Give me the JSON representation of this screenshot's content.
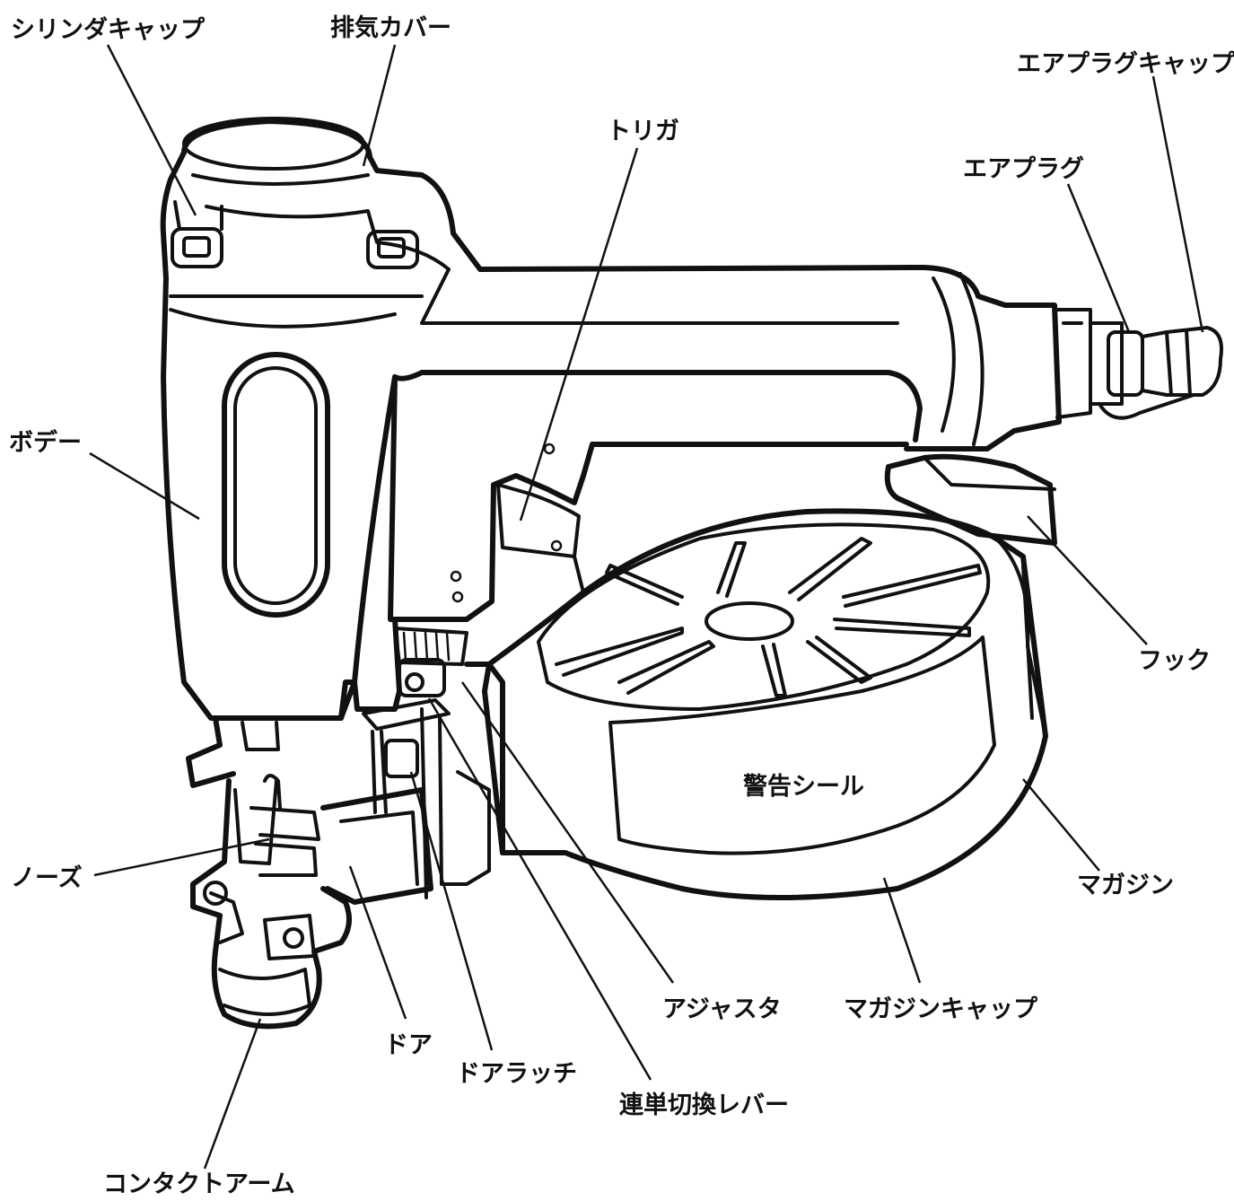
{
  "labels": {
    "cylinder_cap": "シリンダキャップ",
    "exhaust_cover": "排気カバー",
    "trigger": "トリガ",
    "air_plug_cap": "エアプラグキャップ",
    "air_plug": "エアプラグ",
    "body": "ボデー",
    "hook": "フック",
    "warning_seal": "警告シール",
    "magazine": "マガジン",
    "nose": "ノーズ",
    "adjuster": "アジャスタ",
    "magazine_cap": "マガジンキャップ",
    "door": "ドア",
    "door_latch": "ドアラッチ",
    "mode_switch_lever": "連単切換レバー",
    "contact_arm": "コンタクトアーム"
  }
}
